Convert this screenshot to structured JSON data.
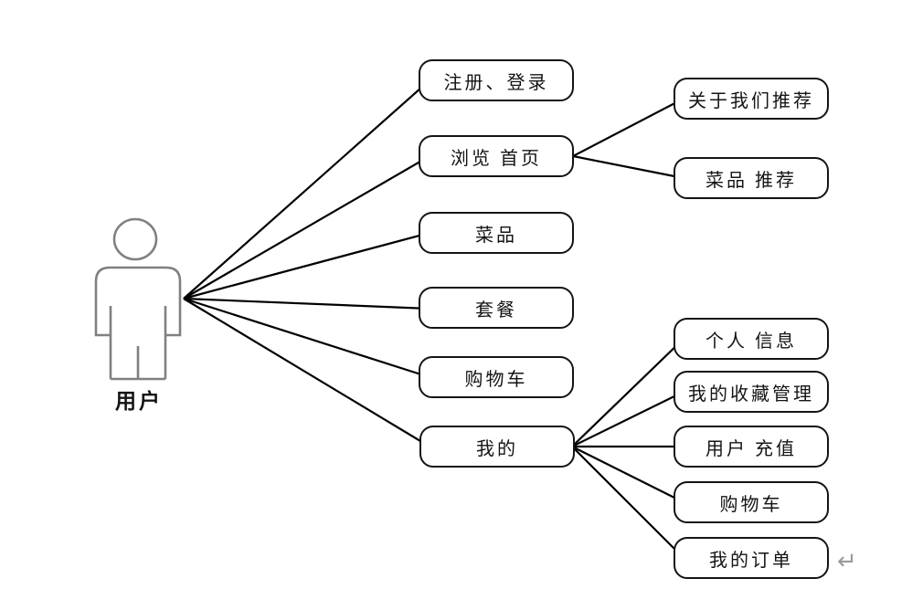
{
  "diagram": {
    "title_hint": "user use-case diagram",
    "actor": {
      "label": "用户"
    },
    "primary_use_cases": [
      {
        "label": "注册、登录"
      },
      {
        "label": "浏览 首页"
      },
      {
        "label": "菜品"
      },
      {
        "label": "套餐"
      },
      {
        "label": "购物车"
      },
      {
        "label": "我的"
      }
    ],
    "browse_home_sub": [
      {
        "label": "关于我们推荐"
      },
      {
        "label": "菜品 推荐"
      }
    ],
    "mine_sub": [
      {
        "label": "个人 信息"
      },
      {
        "label": "我的收藏管理"
      },
      {
        "label": "用户 充值"
      },
      {
        "label": "购物车"
      },
      {
        "label": "我的订单"
      }
    ],
    "paragraph_mark": "↵",
    "colors": {
      "connector": "#000000",
      "box_border": "#141414",
      "actor_outline": "#808080",
      "paragraph_mark": "#9a9a9a",
      "background": "#ffffff"
    }
  }
}
